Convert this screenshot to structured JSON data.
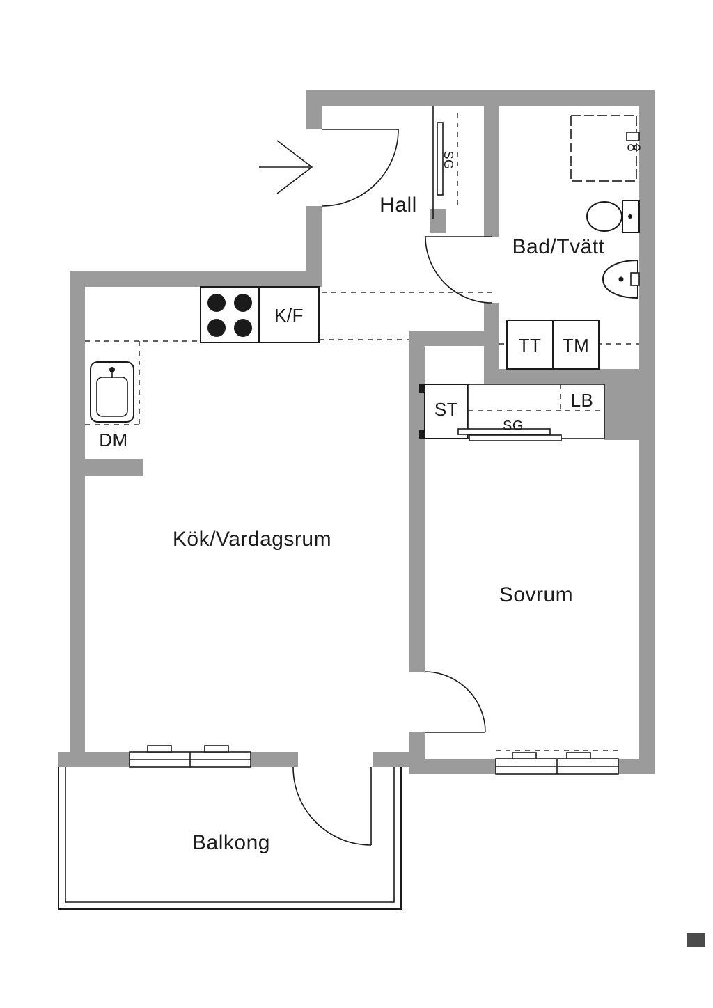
{
  "floorplan": {
    "rooms": {
      "hall": "Hall",
      "bathroom": "Bad/Tvätt",
      "kitchen_living": "Kök/Vardagsrum",
      "bedroom": "Sovrum",
      "balcony": "Balkong"
    },
    "labels": {
      "fridge_freezer": "K/F",
      "dishwasher": "DM",
      "dryer": "TT",
      "washing_machine": "TM",
      "closet": "ST",
      "linen_cabinet": "LB",
      "wardrobe_hall": "SG",
      "wardrobe_bedroom": "SG"
    },
    "colors": {
      "wall": "#9b9b9b",
      "line": "#1a1a1a",
      "background": "#ffffff"
    }
  }
}
